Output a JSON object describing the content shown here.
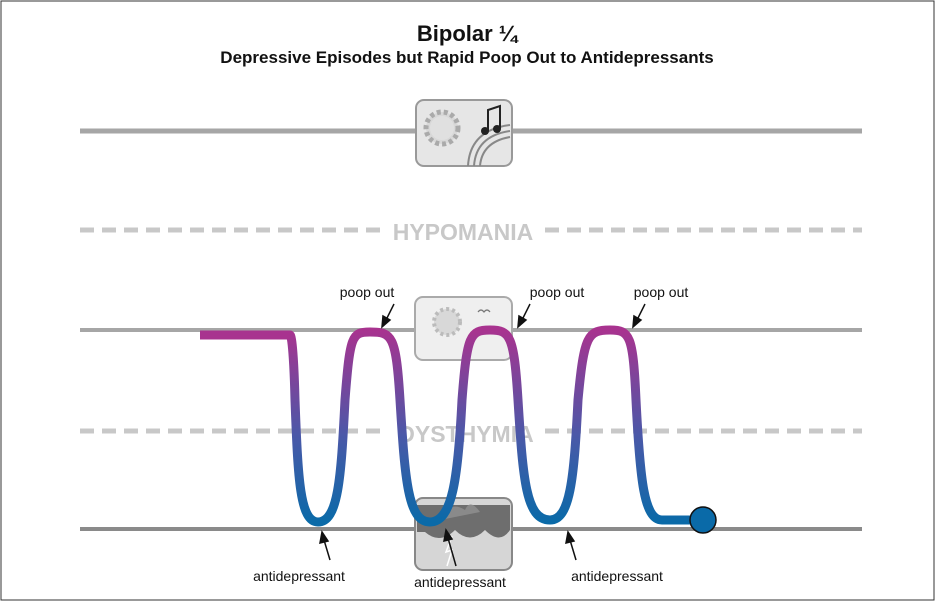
{
  "title": "Bipolar ¼",
  "subtitle": "Depressive Episodes but Rapid Poop Out to Antidepressants",
  "levels": {
    "hypomania": "HYPOMANIA",
    "dysthymia": "DYSTHYMIA"
  },
  "annotations": {
    "poop_out": [
      "poop out",
      "poop out",
      "poop out"
    ],
    "antidepressant": [
      "antidepressant",
      "antidepressant",
      "antidepressant"
    ]
  },
  "icons": {
    "top": "sun-and-music-icon",
    "middle": "sun-and-birds-icon",
    "bottom": "storm-clouds-icon"
  },
  "colors": {
    "mood_high": "#a8338f",
    "mood_low": "#0a6aa8",
    "line": "#a6a6a6",
    "dashed": "#c8c8c8"
  }
}
